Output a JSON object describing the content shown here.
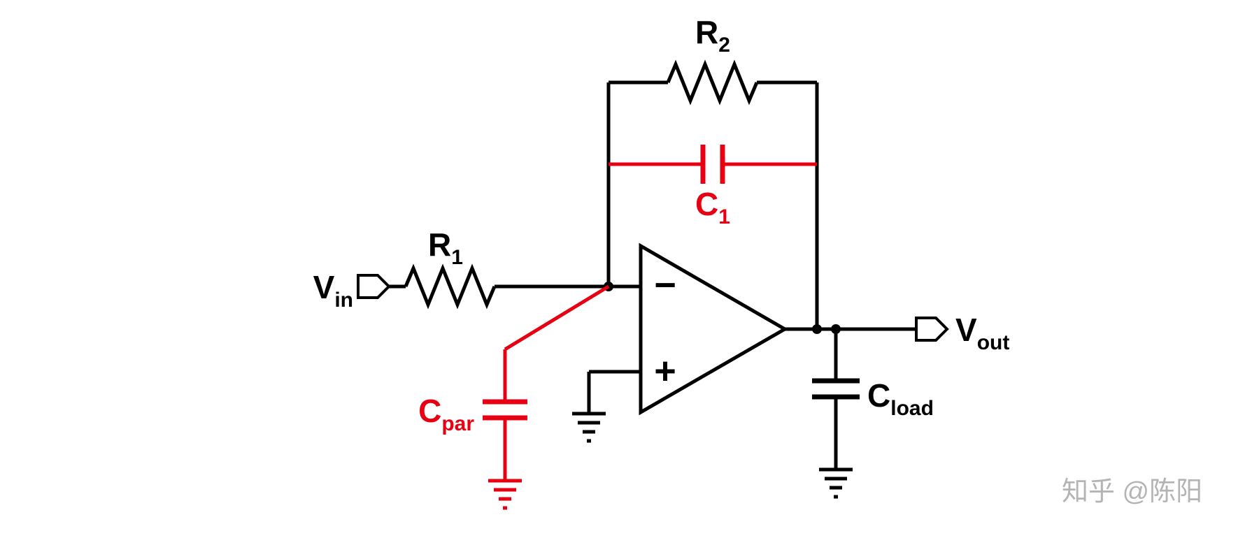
{
  "labels": {
    "vin": {
      "main": "V",
      "sub": "in"
    },
    "r1": {
      "main": "R",
      "sub": "1"
    },
    "r2": {
      "main": "R",
      "sub": "2"
    },
    "c1": {
      "main": "C",
      "sub": "1"
    },
    "cpar": {
      "main": "C",
      "sub": "par"
    },
    "cload": {
      "main": "C",
      "sub": "load"
    },
    "vout": {
      "main": "V",
      "sub": "out"
    },
    "opamp_minus": "−",
    "opamp_plus": "+"
  },
  "watermark": "知乎 @陈阳",
  "colors": {
    "wire": "#000000",
    "highlight": "#e60012",
    "watermark": "#b4b4b4",
    "background": "#ffffff"
  }
}
